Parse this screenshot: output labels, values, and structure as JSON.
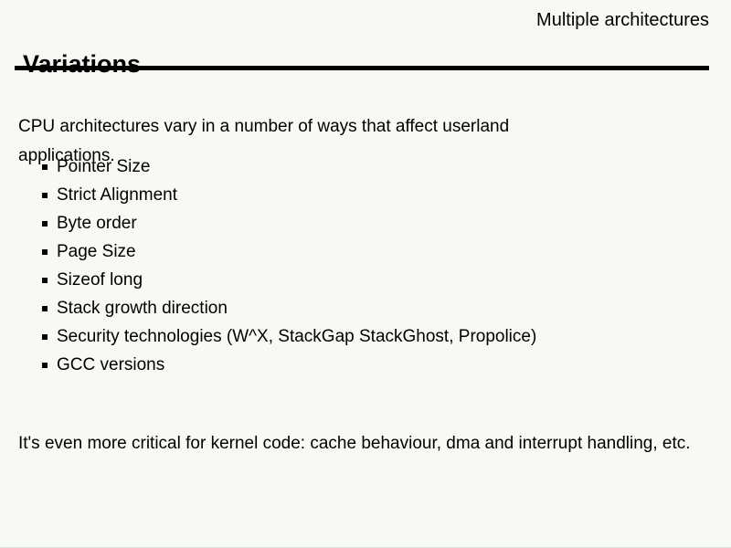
{
  "slide": {
    "header_right": "Multiple architectures",
    "title": "Variations",
    "intro": "CPU architectures vary in a number of ways that affect userland applications.",
    "bullets": [
      "Pointer Size",
      "Strict Alignment",
      "Byte order",
      "Page Size",
      "Sizeof long",
      "Stack growth direction",
      "Security technologies (W^X, StackGap StackGhost, Propolice)",
      "GCC versions"
    ],
    "footer": "It's even more critical for kernel code: cache behaviour, dma and interrupt handling, etc.",
    "colors": {
      "background": "#f6faf3",
      "text": "#000000",
      "rule": "#000000"
    }
  }
}
